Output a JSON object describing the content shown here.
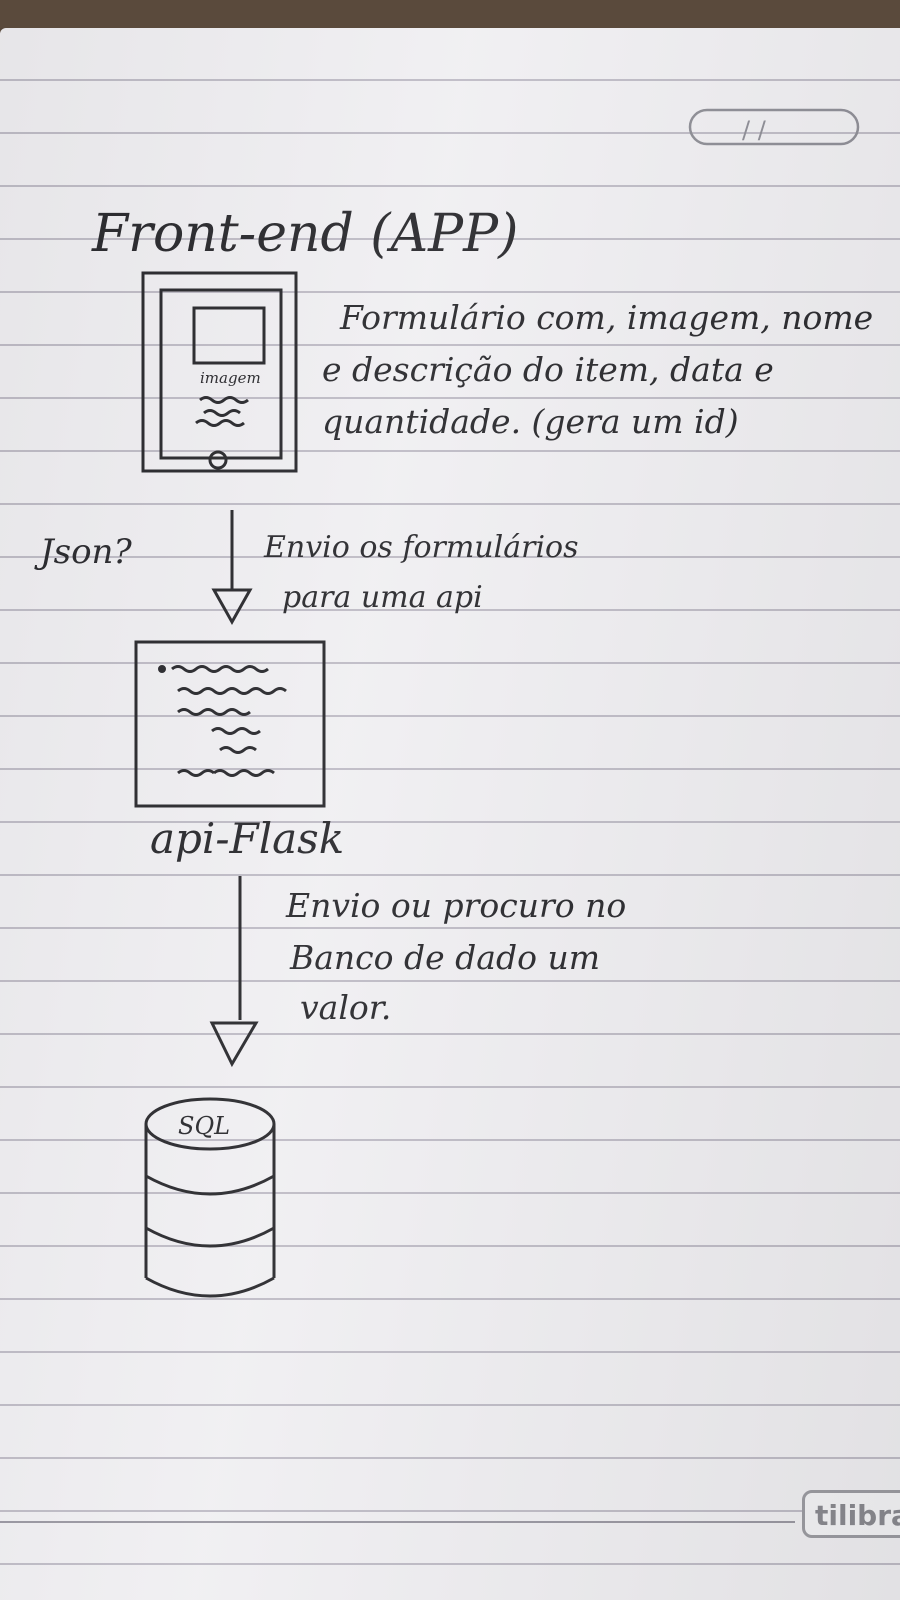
{
  "header": {
    "date_field": "/ /"
  },
  "diagram": {
    "title": "Front-end (APP)",
    "app_box": {
      "screen_label": "imagem",
      "description": [
        "Formulário com, imagem, nome",
        "e descrição do item, data e",
        "quantidade. (gera um id)"
      ]
    },
    "arrow_1": {
      "side_label": "Json?",
      "label": [
        "Envio os formulários",
        "para uma api"
      ]
    },
    "api_box": {
      "label": "api-Flask"
    },
    "arrow_2": {
      "label": [
        "Envio ou procuro no",
        "Banco de dado um",
        "valor."
      ]
    },
    "database": {
      "label": "SQL"
    }
  },
  "brand": {
    "logo_text": "tilibra"
  }
}
